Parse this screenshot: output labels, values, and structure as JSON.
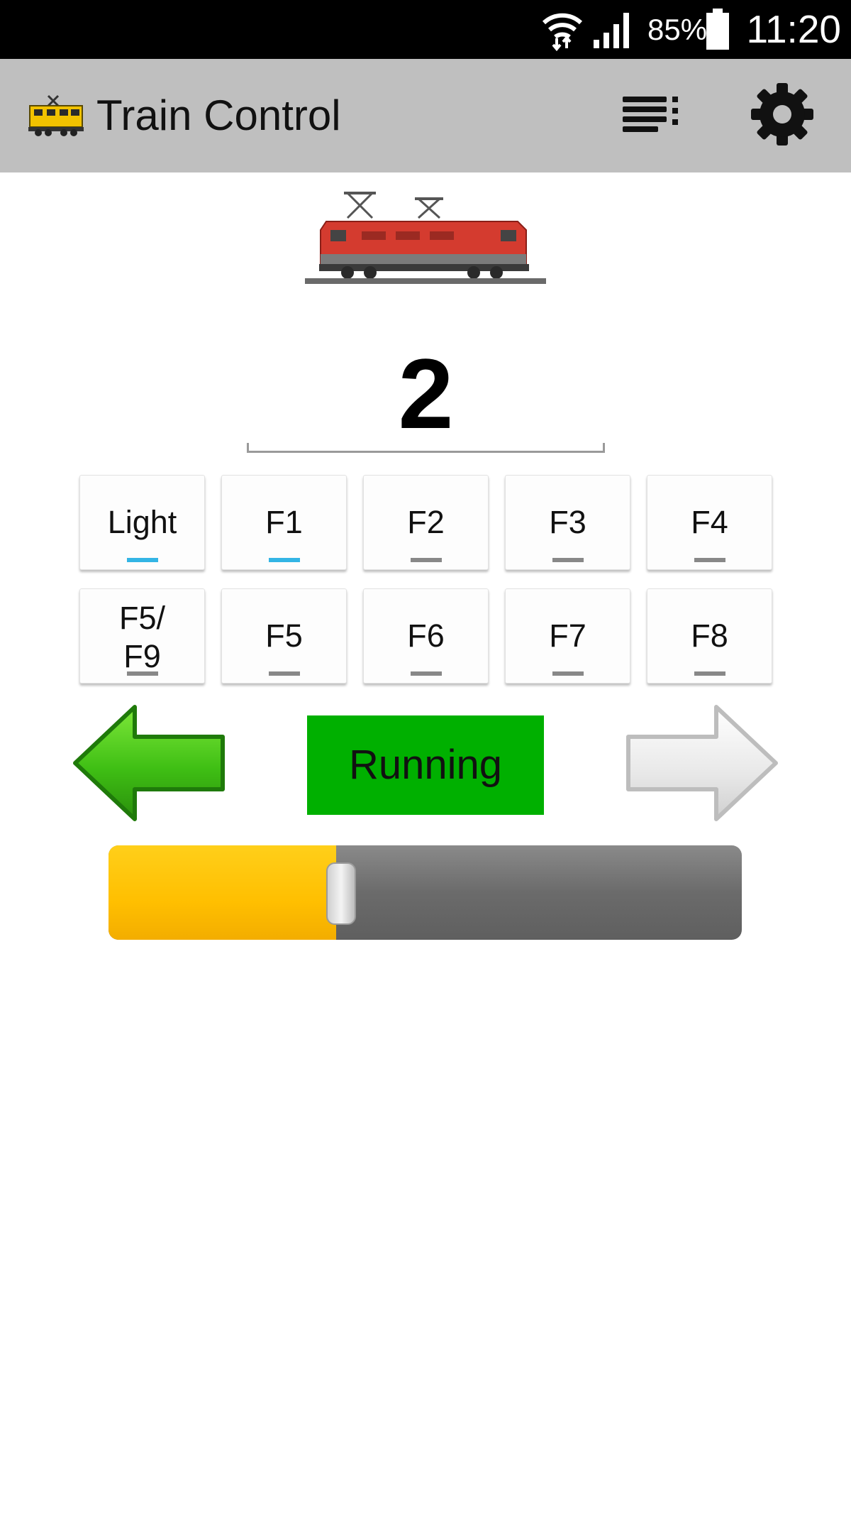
{
  "status_bar": {
    "battery_percent": "85%",
    "time": "11:20",
    "icons": [
      "wifi-icon",
      "signal-icon",
      "battery-icon"
    ]
  },
  "app_bar": {
    "title": "Train Control",
    "logo_icon": "locomotive-logo-icon",
    "actions": [
      "list-icon",
      "gear-icon"
    ]
  },
  "locomotive": {
    "image_icon": "red-electric-locomotive",
    "address": "2"
  },
  "functions": [
    {
      "label": "Light",
      "active": true
    },
    {
      "label": "F1",
      "active": true
    },
    {
      "label": "F2",
      "active": false
    },
    {
      "label": "F3",
      "active": false
    },
    {
      "label": "F4",
      "active": false
    },
    {
      "label_line1": "F5/",
      "label_line2": "F9",
      "active": false
    },
    {
      "label": "F5",
      "active": false
    },
    {
      "label": "F6",
      "active": false
    },
    {
      "label": "F7",
      "active": false
    },
    {
      "label": "F8",
      "active": false
    }
  ],
  "direction": {
    "reverse_active": true,
    "forward_active": false,
    "status_label": "Running",
    "status_color": "#00b000"
  },
  "speed": {
    "level_fraction": 0.36,
    "fill_color": "#ffc000"
  }
}
